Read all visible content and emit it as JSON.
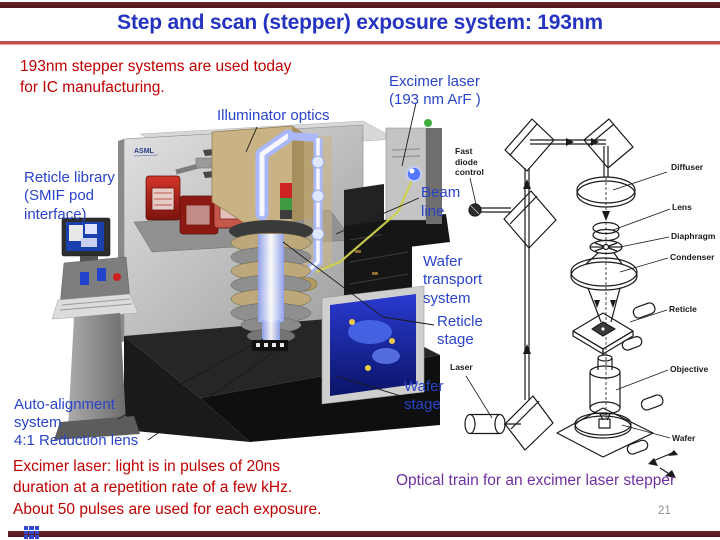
{
  "title": "Step and scan (stepper) exposure system: 193nm",
  "page_number": "21",
  "brand": {
    "machine_logo": "ASML"
  },
  "notes": {
    "intro": "193nm stepper systems are used today\nfor IC manufacturing.",
    "pulse_info": "Excimer  laser: light is in pulses of 20ns\nduration at a repetition rate of a few kHz.\nAbout 50 pulses are used for each exposure.",
    "diagram_caption": "Optical train for an excimer laser stepper"
  },
  "machine_labels": {
    "excimer_laser": "Excimer laser\n(193 nm ArF )",
    "illuminator_optics": "Illuminator optics",
    "reticle_library": "Reticle library\n(SMIF pod\ninterface)",
    "beam_line": "Beam\nline",
    "wafer_transport": "Wafer\ntransport\nsystem",
    "reticle_stage": "Reticle\nstage",
    "wafer_stage": "Wafer\nstage",
    "auto_alignment": "Auto-alignment\nsystem",
    "reduction_lens": "4:1 Reduction lens"
  },
  "diagram_labels": {
    "fast_diode": "Fast\ndiode\ncontrol",
    "diffuser": "Diffuser",
    "lens": "Lens",
    "diaphragm": "Diaphragm",
    "condenser": "Condenser",
    "reticle": "Reticle",
    "laser": "Laser",
    "objective": "Objective",
    "wafer": "Wafer"
  },
  "colors": {
    "title_blue": "#2433c0",
    "label_blue": "#2a44c8",
    "body_red": "#c00000",
    "caption_purple": "#7030a0",
    "accent_bar": "#c0504d",
    "frame_maroon": "#5a2026"
  }
}
